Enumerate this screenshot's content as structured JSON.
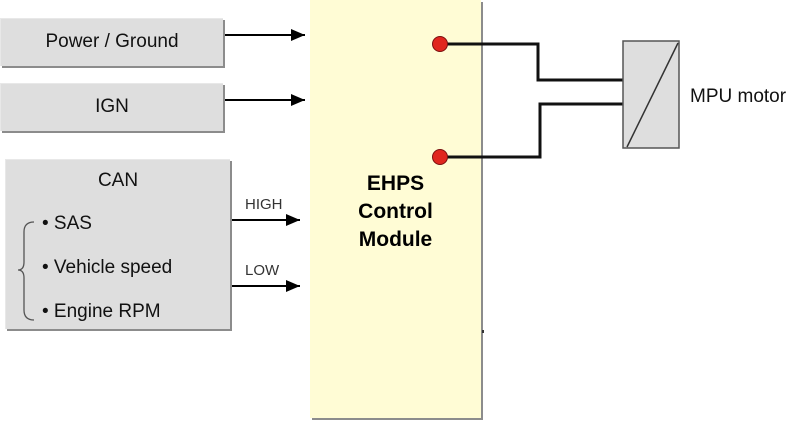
{
  "inputs": {
    "power_ground": "Power / Ground",
    "ign": "IGN",
    "can": {
      "title": "CAN",
      "items": [
        "• SAS",
        "• Vehicle speed",
        "• Engine RPM"
      ],
      "signals": {
        "high": "HIGH",
        "low": "LOW"
      }
    }
  },
  "module": {
    "title_lines": [
      "EHPS",
      "Control",
      "Module"
    ]
  },
  "motor": {
    "label": "MPU motor"
  },
  "colors": {
    "terminal": "#e0261e",
    "module_fill": "#fffcd5",
    "box_fill": "#dedede"
  }
}
